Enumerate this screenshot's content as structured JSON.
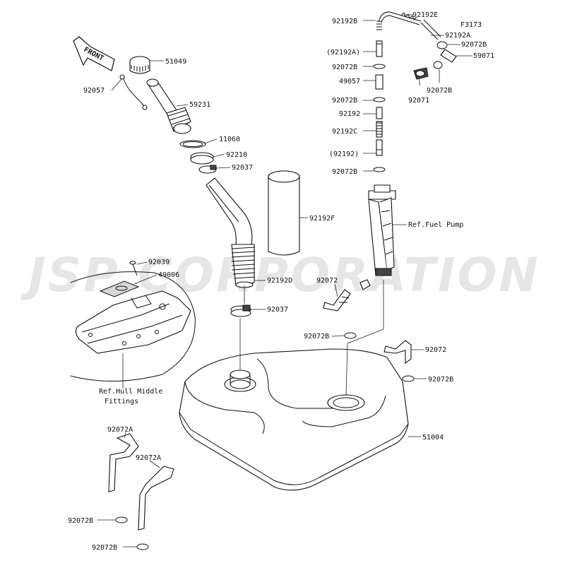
{
  "figure_code": "F3173",
  "front_label": "FRONT",
  "watermark": "JSP CORPORATION",
  "part_labels": [
    "92192B",
    "92192E",
    "92192A",
    "(92192A)",
    "92072B",
    "59071",
    "92072B",
    "49057",
    "92072B",
    "92071",
    "92072B",
    "92192",
    "92192C",
    "(92192)",
    "92072B",
    "51049",
    "92057",
    "59231",
    "11060",
    "92210",
    "92037",
    "92192F",
    "Ref.Fuel Pump",
    "92039",
    "49006",
    "92192D",
    "92072",
    "92037",
    "92072B",
    "92072",
    "92072B",
    "Ref.Hull Middle",
    "Fittings",
    "51004",
    "92072A",
    "92072A",
    "92072B",
    "92072B"
  ]
}
